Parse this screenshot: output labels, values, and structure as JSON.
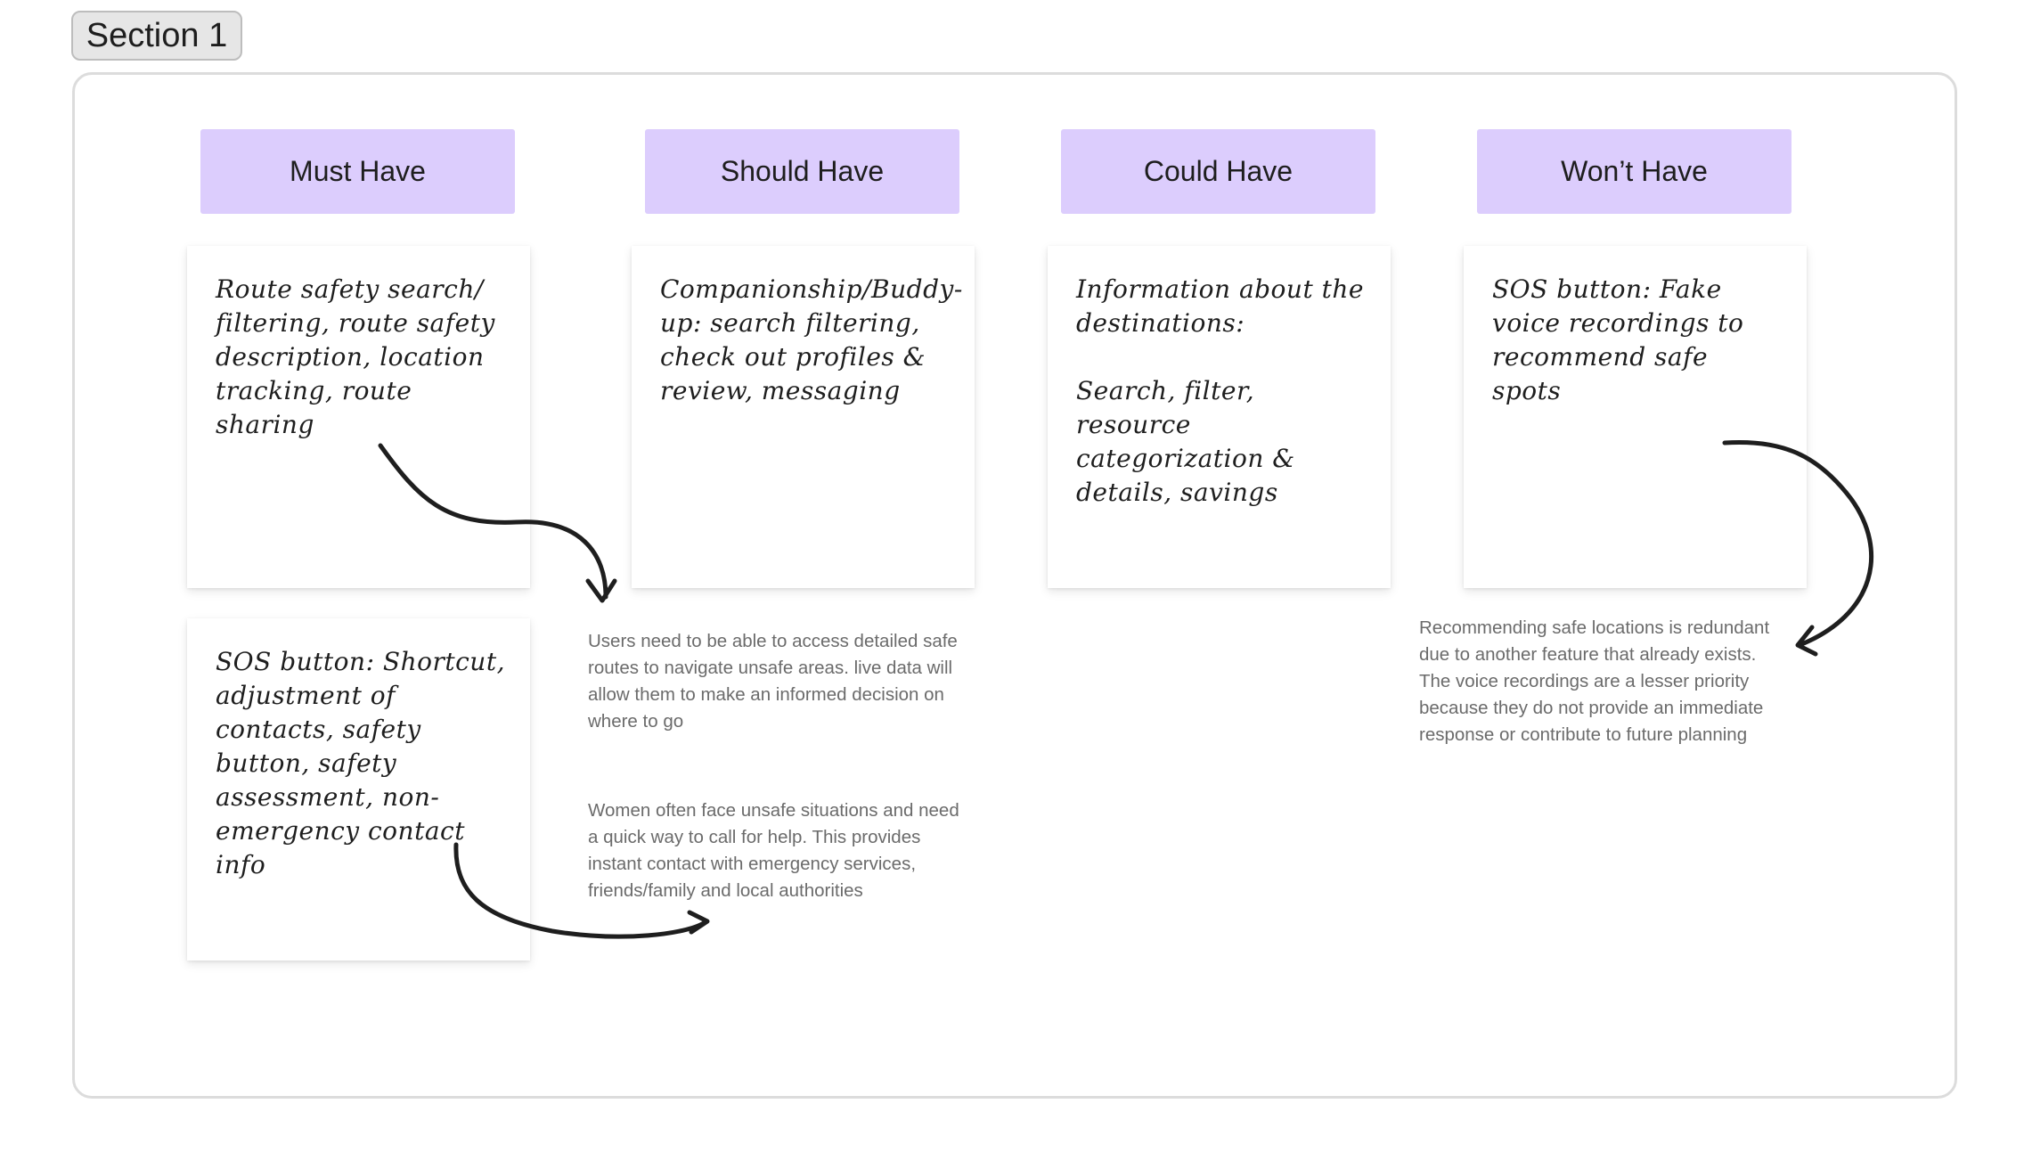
{
  "section": {
    "label": "Section 1"
  },
  "columns": [
    {
      "label": "Must Have"
    },
    {
      "label": "Should Have"
    },
    {
      "label": "Could Have"
    },
    {
      "label": "Won’t Have"
    }
  ],
  "stickies": {
    "must_have_1": "Route safety search/\nfiltering, route safety\ndescription, location\ntracking, route\nsharing",
    "must_have_2": "SOS button: Shortcut,\nadjustment of\ncontacts, safety\nbutton, safety\nassessment, non-\nemergency contact\ninfo",
    "should_have": "Companionship/Buddy-\nup: search filtering,\ncheck out profiles &\nreview, messaging",
    "could_have": "Information about the\ndestinations:\n\nSearch, filter, resource\ncategorization &\ndetails, savings",
    "wont_have": "SOS button: Fake\nvoice recordings to\nrecommend safe spots"
  },
  "notes": {
    "route_rationale": "Users need to be able to access detailed safe routes to navigate unsafe areas. live data will allow them to make an informed decision on where to go",
    "sos_rationale": "Women often face unsafe situations and need a quick way to call for help. This provides instant contact with emergency services, friends/family and local authorities",
    "wont_rationale": "Recommending safe locations is redundant due to another feature that already exists. The voice recordings are a lesser priority because they do not provide an immediate response or contribute to future planning"
  },
  "colors": {
    "header_fill": "#dccdfd",
    "arrow_stroke": "#1e1e1e",
    "note_text": "#6b6b6b"
  }
}
